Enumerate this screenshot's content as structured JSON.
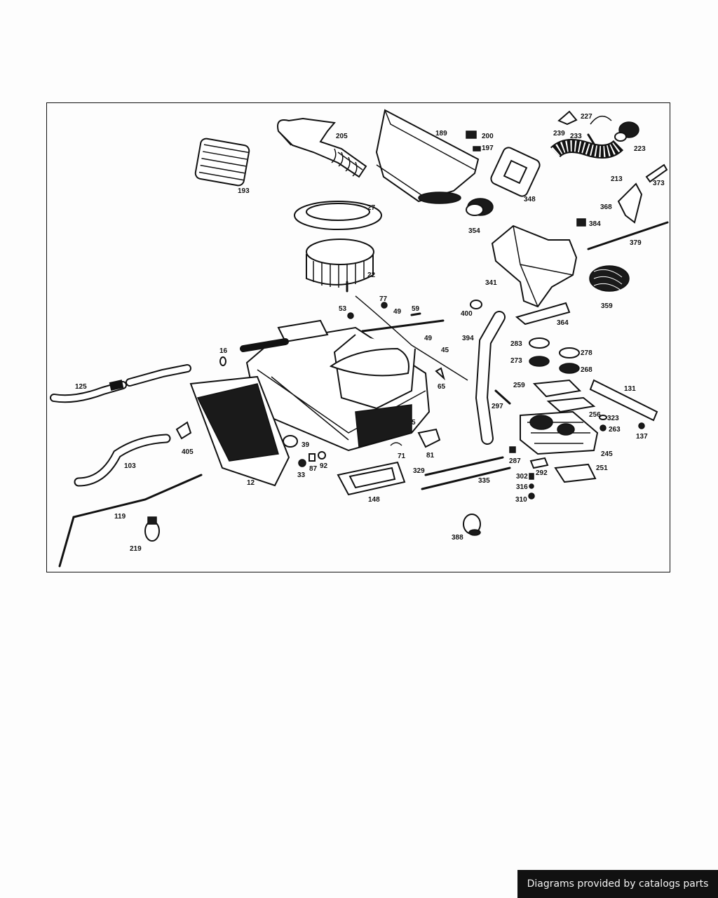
{
  "diagram": {
    "labels": [
      "205",
      "189",
      "200",
      "197",
      "227",
      "239",
      "233",
      "223",
      "193",
      "213",
      "373",
      "348",
      "27",
      "368",
      "384",
      "354",
      "379",
      "341",
      "22",
      "359",
      "77",
      "53",
      "49",
      "59",
      "400",
      "364",
      "16",
      "49",
      "45",
      "394",
      "283",
      "278",
      "273",
      "268",
      "125",
      "65",
      "259",
      "131",
      "297",
      "256",
      "323",
      "263",
      "5",
      "137",
      "405",
      "39",
      "71",
      "81",
      "245",
      "287",
      "103",
      "92",
      "87",
      "33",
      "302",
      "292",
      "251",
      "329",
      "335",
      "316",
      "12",
      "148",
      "310",
      "119",
      "388",
      "219"
    ]
  },
  "footer": {
    "credit": "Diagrams provided by catalogs parts"
  }
}
